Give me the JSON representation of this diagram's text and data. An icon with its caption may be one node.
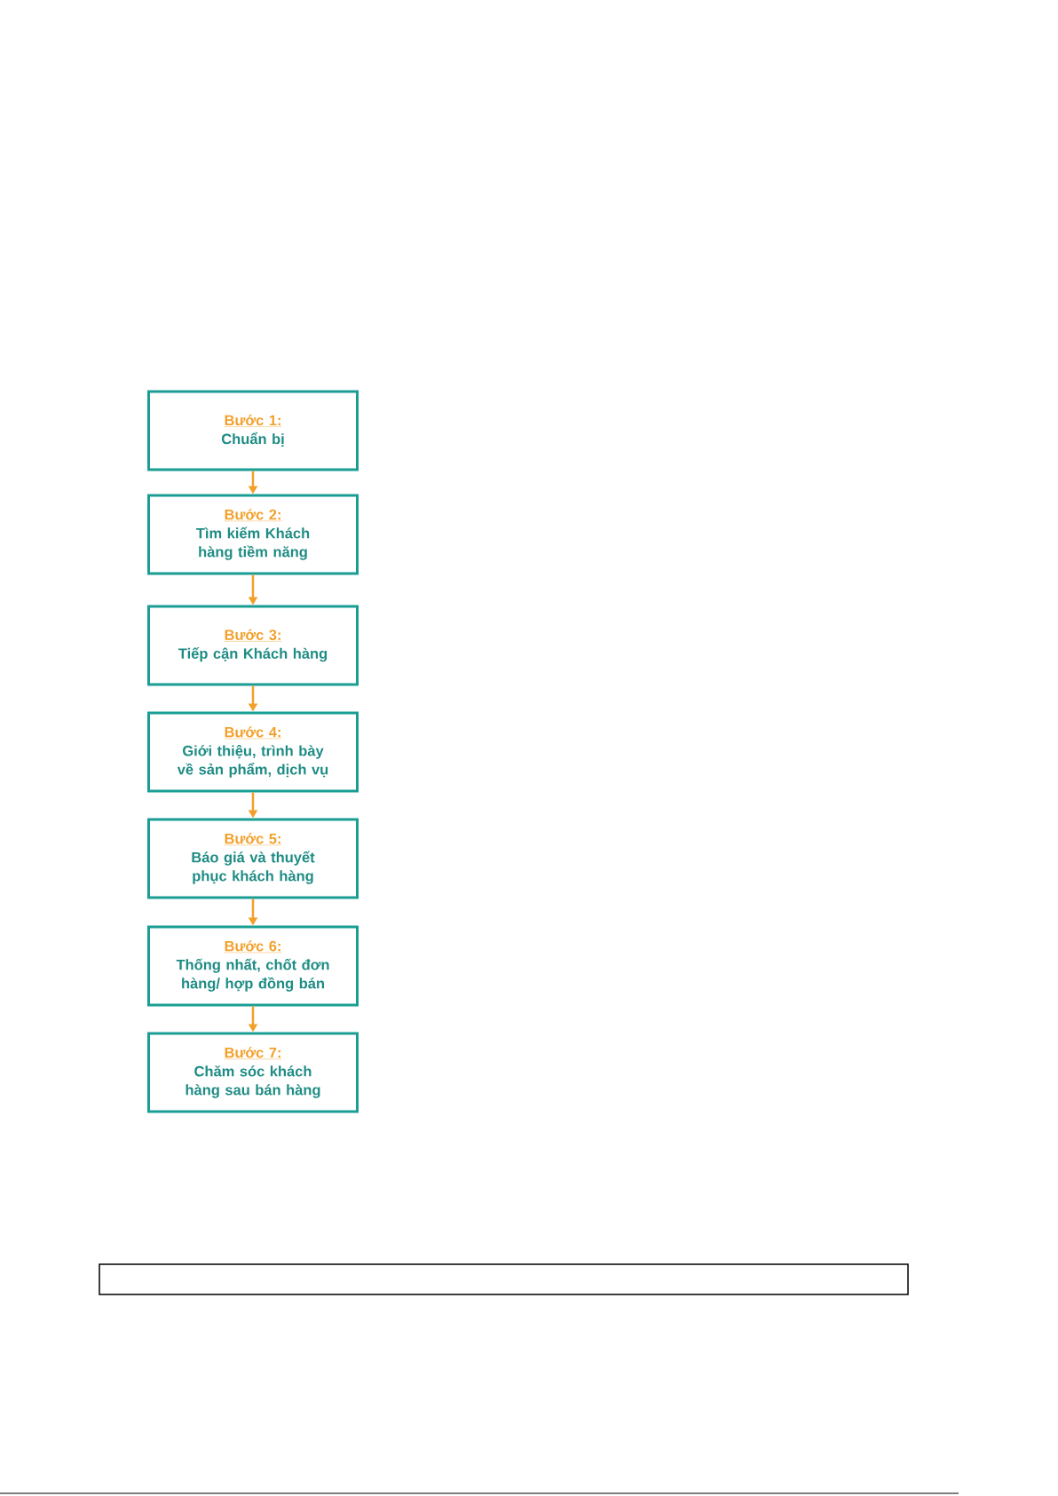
{
  "diagram": {
    "nodes": [
      {
        "text": [
          "Bước 1:",
          "Chuẩn bị"
        ]
      },
      {
        "text": [
          "Bước 2:",
          "Tìm kiếm Khách hàng tiềm năng"
        ]
      },
      {
        "text": [
          "Bước 3:",
          "Tiếp cận Khách hàng"
        ]
      },
      {
        "text": [
          "Bước 4:",
          "Giới thiệu, trình bày về sản phẩm, dịch vụ"
        ]
      },
      {
        "text": [
          "Bước 5:",
          "Báo giá và thuyết phục khách hàng"
        ]
      },
      {
        "text": [
          "Bước 6:",
          "Thống nhất, chốt đơn hàng/ hợp đồng bán"
        ]
      },
      {
        "text": [
          "Bước 7:",
          "Chăm sóc khách hàng sau bán hàng"
        ]
      },
      {
        "text": [],
        "shape": "box"
      }
    ],
    "edges": [
      {
        "from": 0,
        "to": 1,
        "arrow": "to"
      },
      {
        "from": 1,
        "to": 2,
        "arrow": "to"
      },
      {
        "from": 2,
        "to": 3,
        "arrow": "to"
      },
      {
        "from": 3,
        "to": 4,
        "arrow": "to"
      },
      {
        "from": 4,
        "to": 5,
        "arrow": "to"
      },
      {
        "from": 5,
        "to": 6,
        "arrow": "to"
      }
    ]
  }
}
